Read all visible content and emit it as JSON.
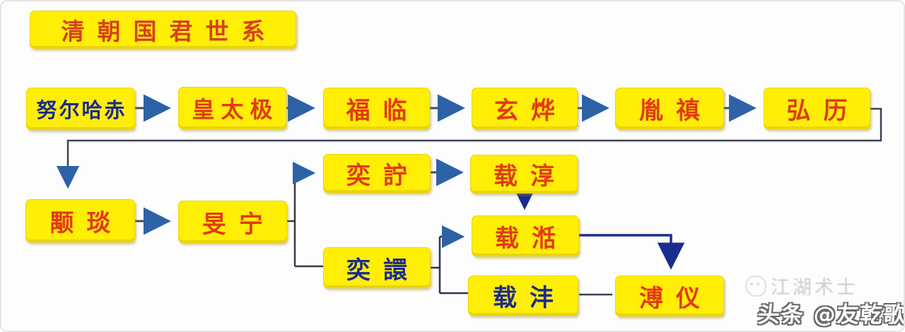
{
  "title": "清朝国君世系",
  "nodes": [
    {
      "label": "努尔哈赤",
      "text_color": "blue"
    },
    {
      "label": "皇太极",
      "text_color": "red"
    },
    {
      "label": "福临",
      "text_color": "red"
    },
    {
      "label": "玄烨",
      "text_color": "red"
    },
    {
      "label": "胤禛",
      "text_color": "red"
    },
    {
      "label": "弘历",
      "text_color": "red"
    },
    {
      "label": "颙琰",
      "text_color": "red"
    },
    {
      "label": "旻宁",
      "text_color": "red"
    },
    {
      "label": "奕詝",
      "text_color": "red"
    },
    {
      "label": "载淳",
      "text_color": "red"
    },
    {
      "label": "奕譞",
      "text_color": "blue"
    },
    {
      "label": "载湉",
      "text_color": "red"
    },
    {
      "label": "载沣",
      "text_color": "blue"
    },
    {
      "label": "溥仪",
      "text_color": "red"
    }
  ],
  "edges": [
    {
      "from": "努尔哈赤",
      "to": "皇太极",
      "style": "arrow"
    },
    {
      "from": "皇太极",
      "to": "福临",
      "style": "arrow"
    },
    {
      "from": "福临",
      "to": "玄烨",
      "style": "arrow"
    },
    {
      "from": "玄烨",
      "to": "胤禛",
      "style": "arrow"
    },
    {
      "from": "胤禛",
      "to": "弘历",
      "style": "arrow"
    },
    {
      "from": "弘历",
      "to": "颙琰",
      "style": "wrap-arrow"
    },
    {
      "from": "颙琰",
      "to": "旻宁",
      "style": "arrow"
    },
    {
      "from": "旻宁",
      "to": "奕詝",
      "style": "branch-arrow"
    },
    {
      "from": "旻宁",
      "to": "奕譞",
      "style": "branch-line"
    },
    {
      "from": "奕詝",
      "to": "载淳",
      "style": "arrow"
    },
    {
      "from": "载淳",
      "to": "载湉",
      "style": "arrow-down"
    },
    {
      "from": "奕譞",
      "to": "载湉",
      "style": "branch-arrow"
    },
    {
      "from": "奕譞",
      "to": "载沣",
      "style": "branch-line"
    },
    {
      "from": "载湉",
      "to": "溥仪",
      "style": "elbow-arrow"
    },
    {
      "from": "载沣",
      "to": "溥仪",
      "style": "line"
    }
  ],
  "watermark": {
    "faint_text": "江湖术士",
    "badge_text": "头条 @友乾歌"
  },
  "colors": {
    "box_fill": "#ffee06",
    "red_text": "#e23a12",
    "blue_text": "#1c2b8e",
    "arrow_head_steel": "#2e62a6",
    "arrow_navy": "#1a2c8f",
    "line_dark": "#3b4352",
    "background": "#fdfdfe"
  }
}
